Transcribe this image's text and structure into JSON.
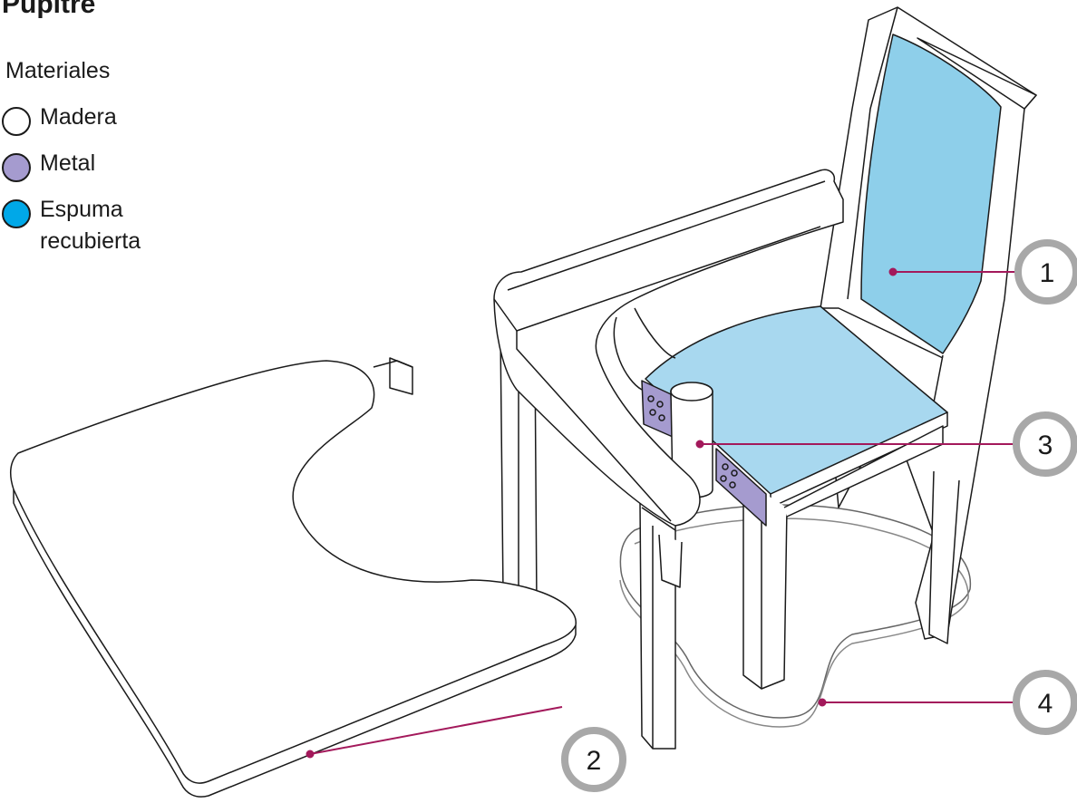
{
  "title": "Pupitre",
  "legend": {
    "heading": "Materiales",
    "items": [
      {
        "label": "Madera",
        "color": "#ffffff"
      },
      {
        "label": "Metal",
        "color": "#a59bcf"
      },
      {
        "label": "Espuma recubierta",
        "color": "#00a8e8"
      }
    ]
  },
  "callouts": [
    {
      "number": "1"
    },
    {
      "number": "2"
    },
    {
      "number": "3"
    },
    {
      "number": "4"
    }
  ],
  "colors": {
    "leader_line": "#a3195b",
    "callout_ring": "#a8a8a8",
    "foam_fill": "#8ecfea",
    "metal_fill": "#a59bcf",
    "outline": "#1a1a1a"
  }
}
